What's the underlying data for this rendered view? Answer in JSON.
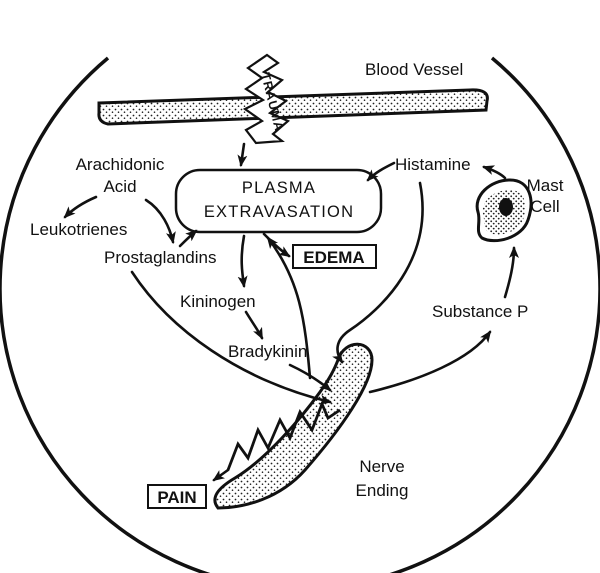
{
  "labels": {
    "blood_vessel": "Blood Vessel",
    "trauma": "TRAUMA",
    "arachidonic_acid_line1": "Arachidonic",
    "arachidonic_acid_line2": "Acid",
    "leukotrienes": "Leukotrienes",
    "prostaglandins": "Prostaglandins",
    "plasma_line1": "PLASMA",
    "plasma_line2": "EXTRAVASATION",
    "edema": "EDEMA",
    "histamine": "Histamine",
    "mast_cell_line1": "Mast",
    "mast_cell_line2": "Cell",
    "kininogen": "Kininogen",
    "bradykinin": "Bradykinin",
    "substance_p": "Substance P",
    "nerve_ending_line1": "Nerve",
    "nerve_ending_line2": "Ending",
    "pain": "PAIN"
  }
}
